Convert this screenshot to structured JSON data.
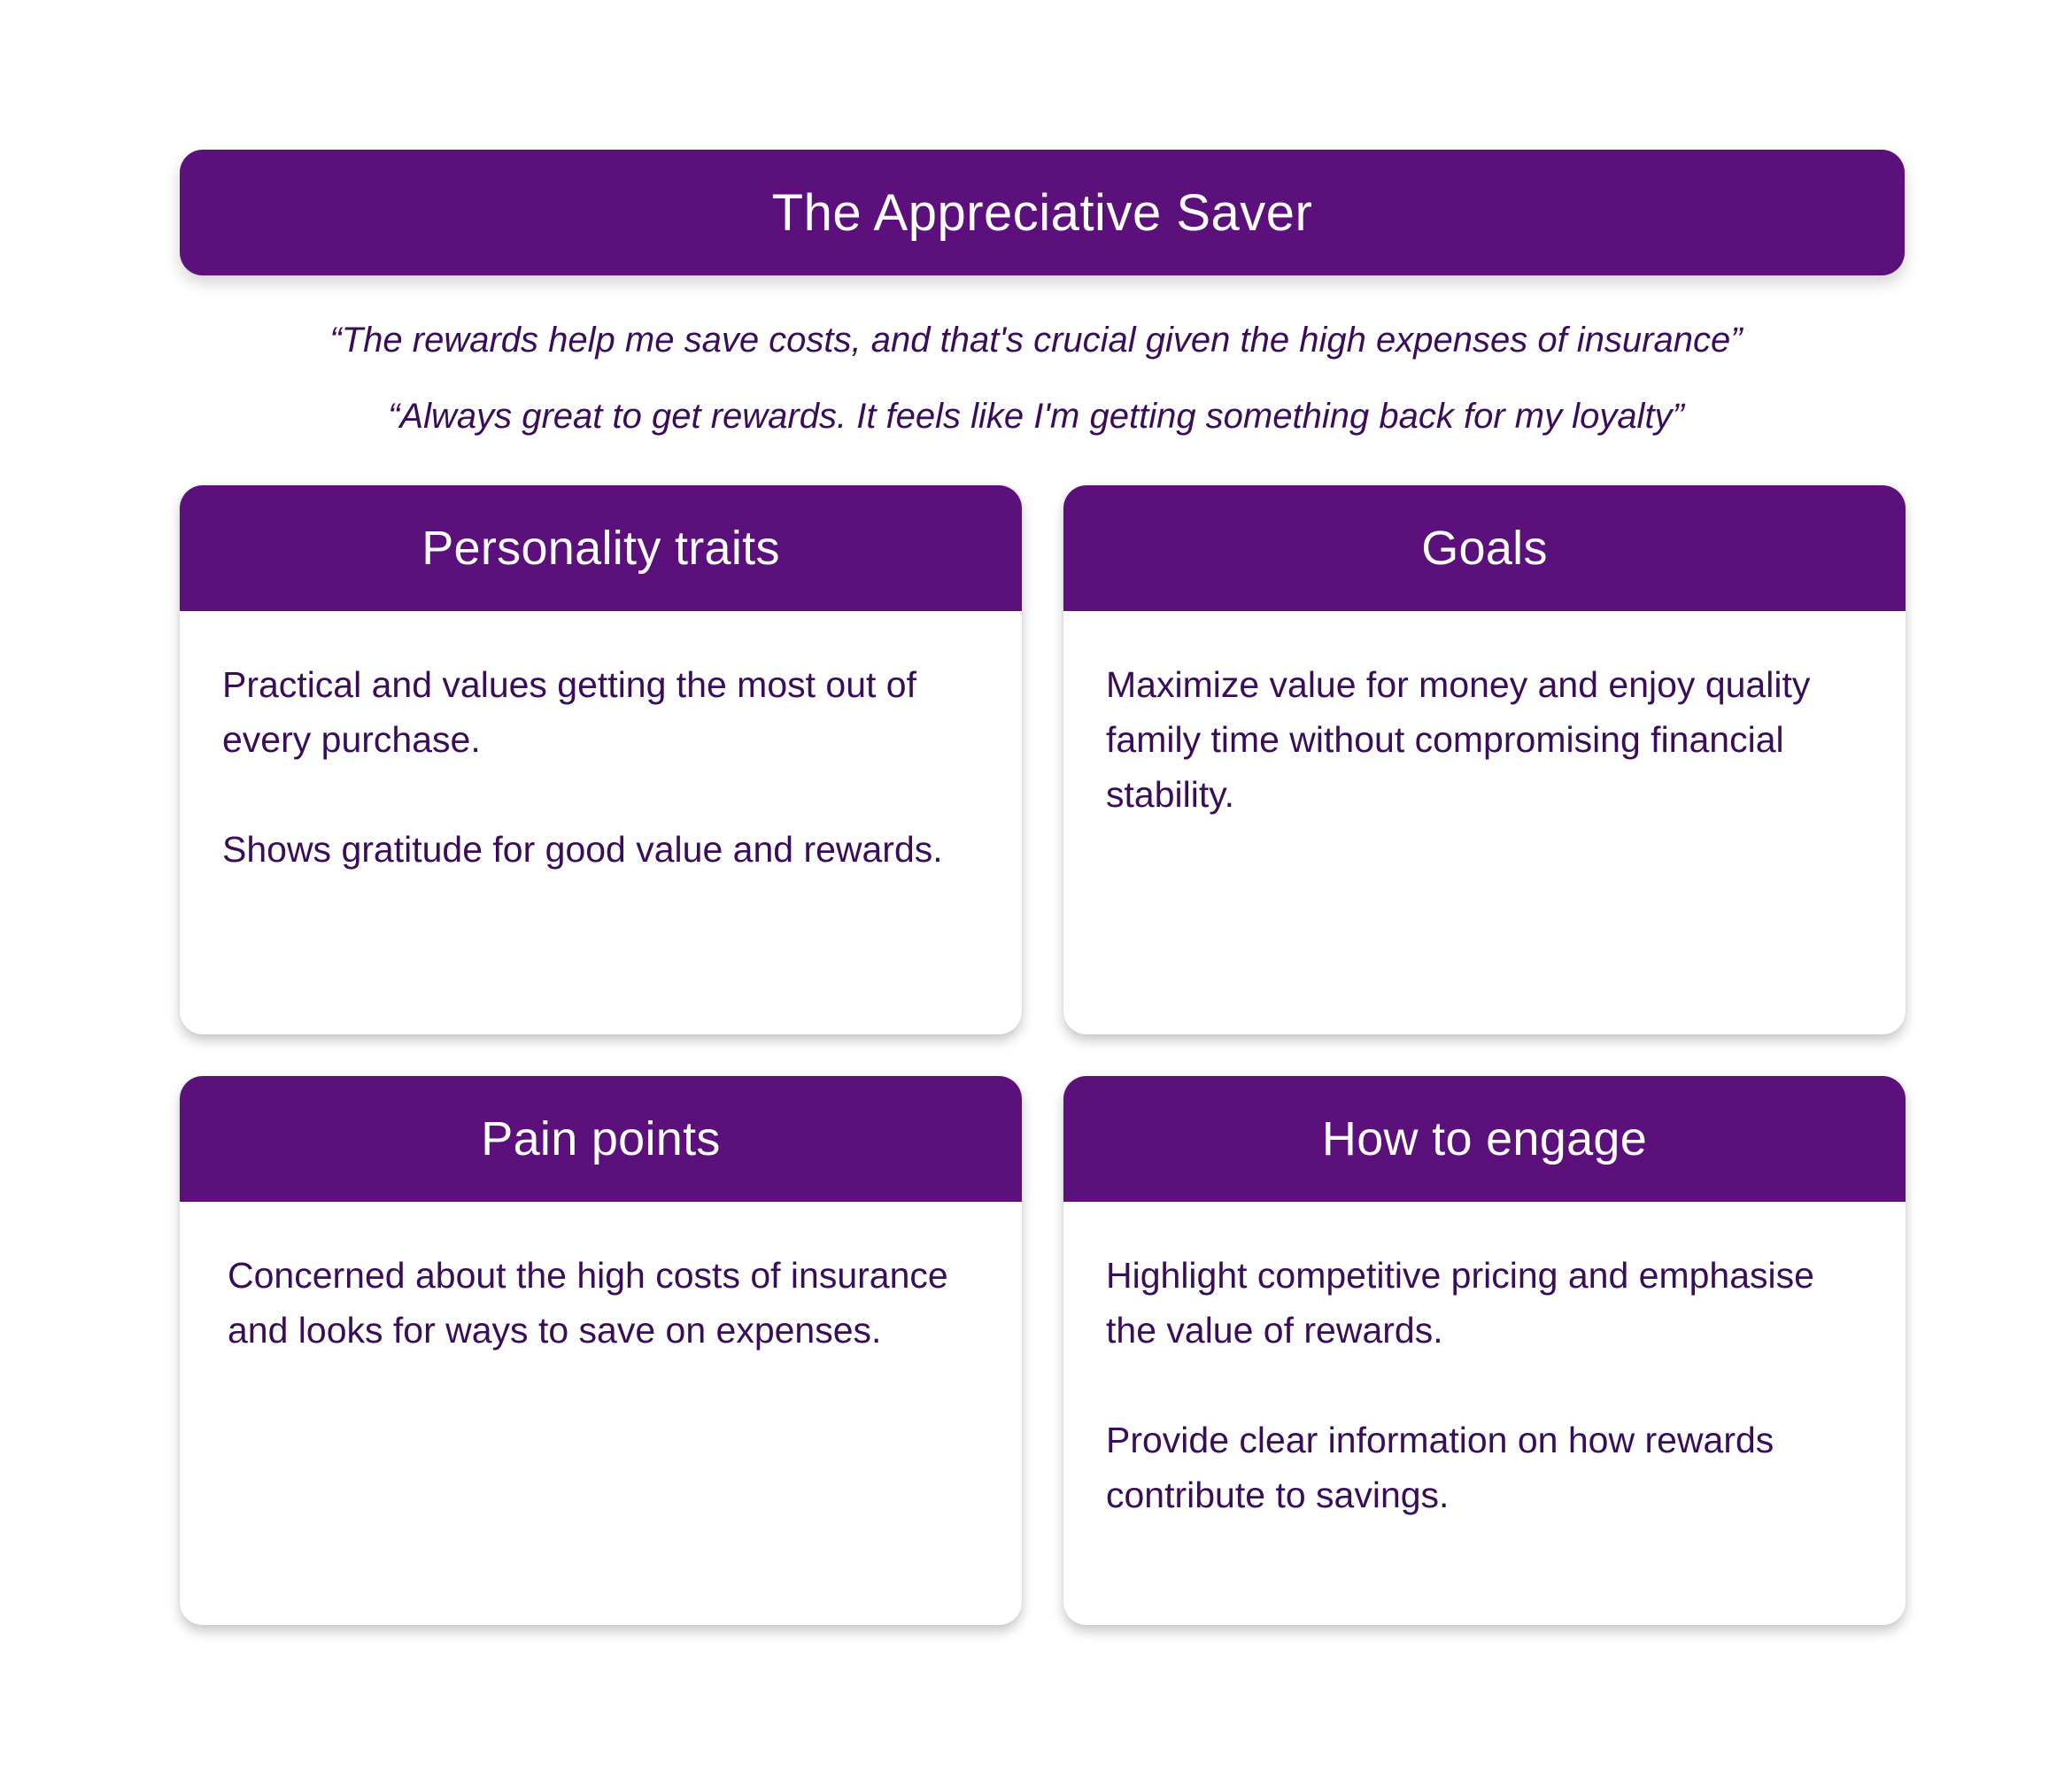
{
  "title": "The Appreciative Saver",
  "quotes": [
    "“The rewards help me save costs, and that's crucial given the high expenses of insurance”",
    "“Always great to get rewards. It feels like I'm getting something back for my loyalty”"
  ],
  "cards": {
    "personality": {
      "title": "Personality traits",
      "paragraphs": [
        "Practical and values getting the most out of every purchase.",
        "Shows gratitude for good value and rewards."
      ]
    },
    "goals": {
      "title": "Goals",
      "paragraphs": [
        "Maximize value for money and enjoy quality family time without compromising financial stability."
      ]
    },
    "pain_points": {
      "title": "Pain points",
      "paragraphs": [
        "Concerned about the high costs of insurance and looks for ways to save on expenses."
      ]
    },
    "engage": {
      "title": "How to engage",
      "paragraphs": [
        "Highlight competitive pricing and emphasise the value of rewards.",
        "Provide clear information on how rewards contribute to savings."
      ]
    }
  },
  "colors": {
    "header_purple": "#5b107c",
    "text_purple": "#3a0d5a",
    "background": "#ffffff"
  }
}
